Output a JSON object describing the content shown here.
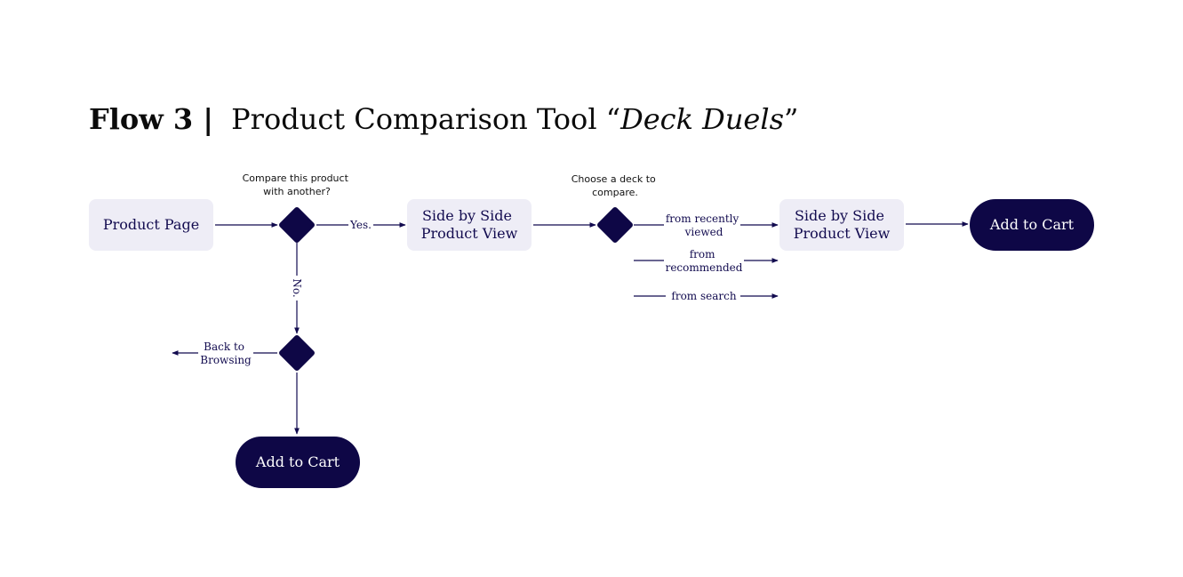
{
  "title": {
    "bold": "Flow 3 |",
    "main": "Product Comparison Tool “",
    "italic": "Deck Duels",
    "end": "”"
  },
  "nodes": {
    "product_page": "Product Page",
    "side_by_side_1": [
      "Side by Side",
      "Product View"
    ],
    "side_by_side_2": [
      "Side by Side",
      "Product View"
    ],
    "add_to_cart_right": "Add to Cart",
    "add_to_cart_bottom": "Add to Cart"
  },
  "questions": {
    "compare": [
      "Compare this product",
      "with another?"
    ],
    "choose": [
      "Choose a deck to",
      "compare."
    ]
  },
  "edges": {
    "yes": "Yes.",
    "no": "No.",
    "back": [
      "Back to",
      "Browsing"
    ],
    "recent": [
      "from recently",
      "viewed"
    ],
    "recommended": [
      "from",
      "recommended"
    ],
    "search": "from search"
  }
}
